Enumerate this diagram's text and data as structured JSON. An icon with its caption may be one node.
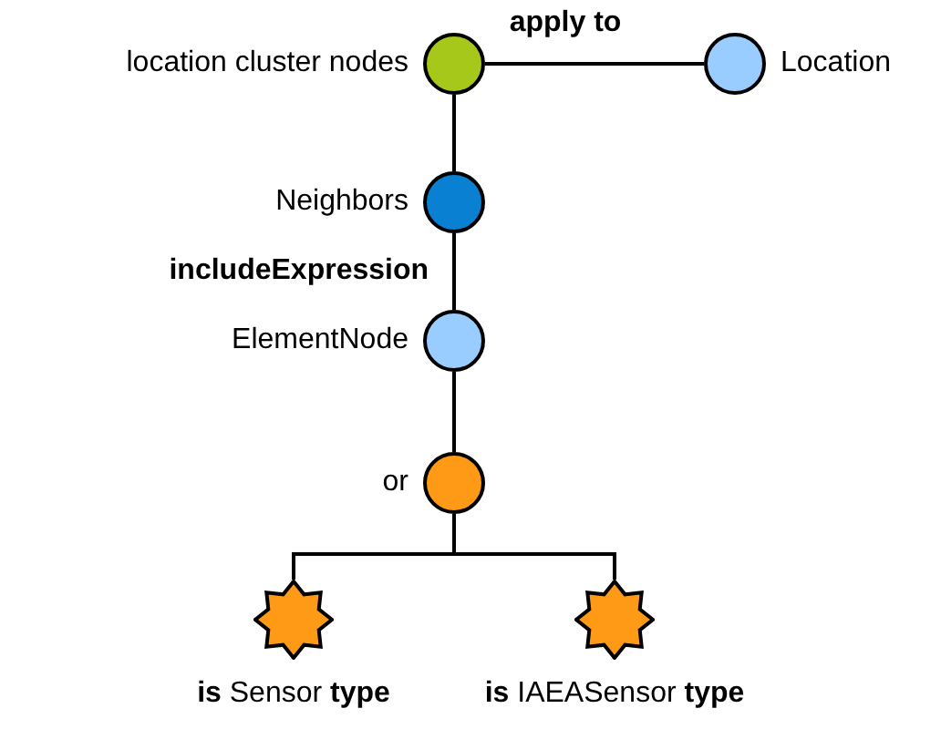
{
  "diagram": {
    "nodes": [
      {
        "text": [
          "location cluster nodes"
        ]
      },
      {
        "text": [
          "Location"
        ]
      },
      {
        "text": [
          "Neighbors"
        ]
      },
      {
        "text": [
          "ElementNode"
        ]
      },
      {
        "text": [
          "or"
        ]
      },
      {
        "text": [
          "**is** Sensor **type**"
        ]
      },
      {
        "text": [
          "**is** IAEASensor **type**"
        ]
      }
    ],
    "edges": [
      {
        "from": 0,
        "to": 1,
        "arrow": "none",
        "label": "apply to"
      },
      {
        "from": 0,
        "to": 2,
        "arrow": "none"
      },
      {
        "from": 2,
        "to": 3,
        "arrow": "none",
        "label": "includeExpression"
      },
      {
        "from": 3,
        "to": 4,
        "arrow": "none"
      },
      {
        "from": 4,
        "to": 5,
        "arrow": "none"
      },
      {
        "from": 4,
        "to": 6,
        "arrow": "none"
      }
    ]
  }
}
